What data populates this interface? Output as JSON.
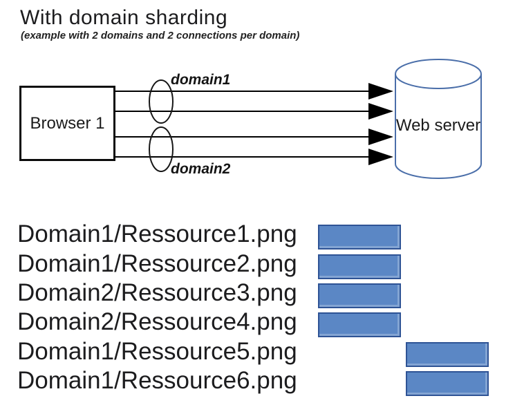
{
  "title": "With domain sharding",
  "subtitle": "(example with 2 domains and 2 connections per domain)",
  "diagram": {
    "browser_label": "Browser 1",
    "server_label": "Web server",
    "connection_groups": [
      {
        "label": "domain1",
        "connections": 2
      },
      {
        "label": "domain2",
        "connections": 2
      }
    ],
    "total_connections": 4
  },
  "colors": {
    "bar_fill": "#5b87c5",
    "bar_border": "#2e5395",
    "cylinder_stroke": "#4a6ea9",
    "diagram_line": "#000000"
  },
  "timeline": {
    "rows": [
      {
        "label": "Domain1/Ressource1.png",
        "phase": 1
      },
      {
        "label": "Domain1/Ressource2.png",
        "phase": 1
      },
      {
        "label": "Domain2/Ressource3.png",
        "phase": 1
      },
      {
        "label": "Domain2/Ressource4.png",
        "phase": 1
      },
      {
        "label": "Domain1/Ressource5.png",
        "phase": 2
      },
      {
        "label": "Domain1/Ressource6.png",
        "phase": 2
      }
    ]
  }
}
